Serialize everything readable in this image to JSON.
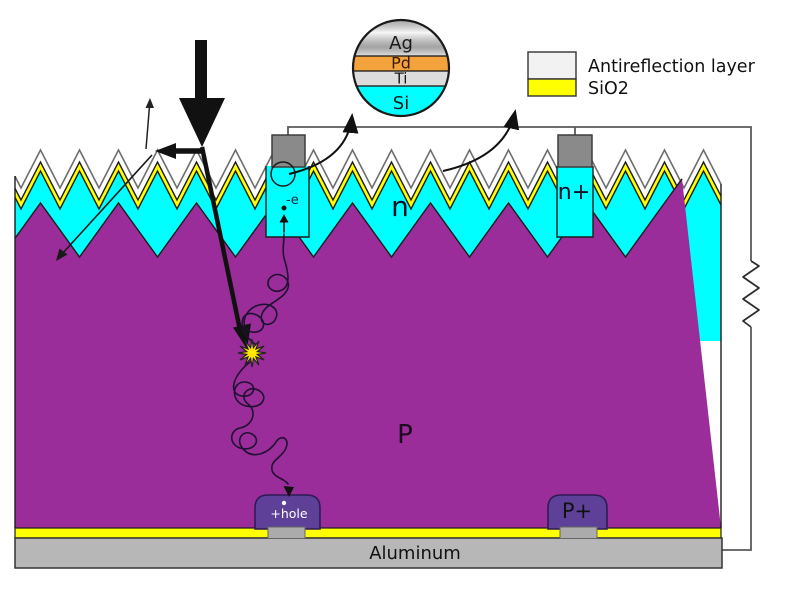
{
  "diagram": "solar-cell-cross-section",
  "inset": {
    "layers": [
      {
        "label": "Ag",
        "color": "#C9C9C9"
      },
      {
        "label": "Pd",
        "color": "#F2A33C"
      },
      {
        "label": "Ti",
        "color": "#DCDCDC"
      },
      {
        "label": "Si",
        "color": "#00FFFF"
      }
    ]
  },
  "legend": {
    "items": [
      {
        "label": "Antireflection layer",
        "color": "#F2F2F2"
      },
      {
        "label": "SiO2",
        "color": "#FFFF00"
      }
    ]
  },
  "labels": {
    "n": "n",
    "n_plus": "n+",
    "p": "P",
    "p_plus": "P+",
    "aluminum": "Aluminum",
    "electron": "-e",
    "hole": "+hole"
  },
  "colors": {
    "p_region": "#9A2D9A",
    "n_region": "#00FFFF",
    "sio2": "#FFFF00",
    "antireflection": "#FFFFFF",
    "contact_gray": "#8A8A8A",
    "aluminum": "#B7B7B7",
    "p_plus_region": "#5E4099",
    "contact_patch": "#ABABAB",
    "star_yellow": "#FFE800",
    "wire": "#5A5A5A"
  }
}
